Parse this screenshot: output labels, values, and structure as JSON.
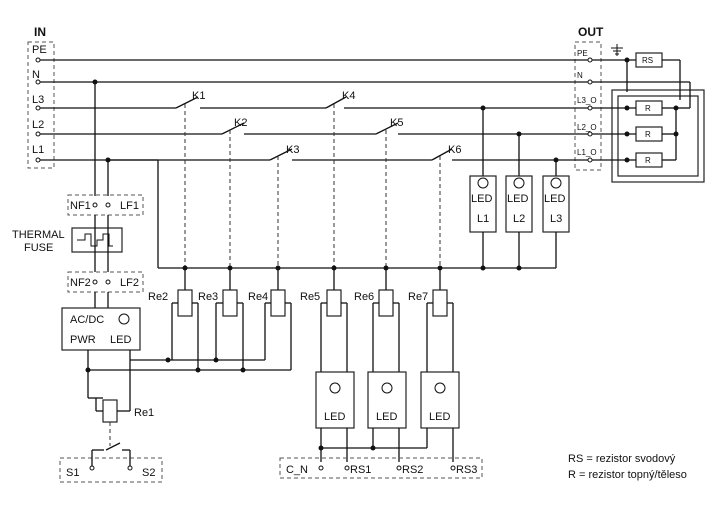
{
  "headers": {
    "in": "IN",
    "out": "OUT"
  },
  "in_terminals": [
    "PE",
    "N",
    "L3",
    "L2",
    "L1"
  ],
  "out_terminals": [
    "PE",
    "N",
    "L3_O",
    "L2_O",
    "L1_O"
  ],
  "contacts": [
    "K1",
    "K2",
    "K3",
    "K4",
    "K5",
    "K6"
  ],
  "relays": [
    "Re2",
    "Re3",
    "Re4",
    "Re5",
    "Re6",
    "Re7"
  ],
  "relay_main": "Re1",
  "phase_leds": {
    "led": "LED",
    "names": [
      "L1",
      "L2",
      "L3"
    ]
  },
  "filter_top": [
    "NF1",
    "LF1"
  ],
  "filter_bottom": [
    "NF2",
    "LF2"
  ],
  "thermal_fuse": [
    "THERMAL",
    "FUSE"
  ],
  "psu": {
    "line1": "AC/DC",
    "line2a": "PWR",
    "line2b": "LED"
  },
  "switch_terminals": [
    "S1",
    "S2"
  ],
  "bottom_terminals": [
    "C_N",
    "RS1",
    "RS2",
    "RS3"
  ],
  "lower_leds": [
    "LED",
    "LED",
    "LED"
  ],
  "heater_labels": {
    "rs": "RS",
    "r": "R"
  },
  "legend": [
    "RS = rezistor svodový",
    "R = rezistor topný/těleso"
  ]
}
